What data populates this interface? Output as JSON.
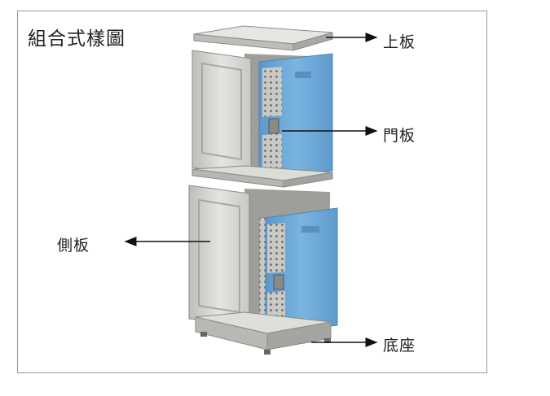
{
  "title": "組合式樣圖",
  "labels": {
    "top_panel": "上板",
    "door_panel": "門板",
    "side_panel": "側板",
    "base": "底座"
  },
  "colors": {
    "door_blue": "#6fa8d6",
    "body_gray": "#d9d9d6",
    "frame_border": "#9a9a9a"
  }
}
